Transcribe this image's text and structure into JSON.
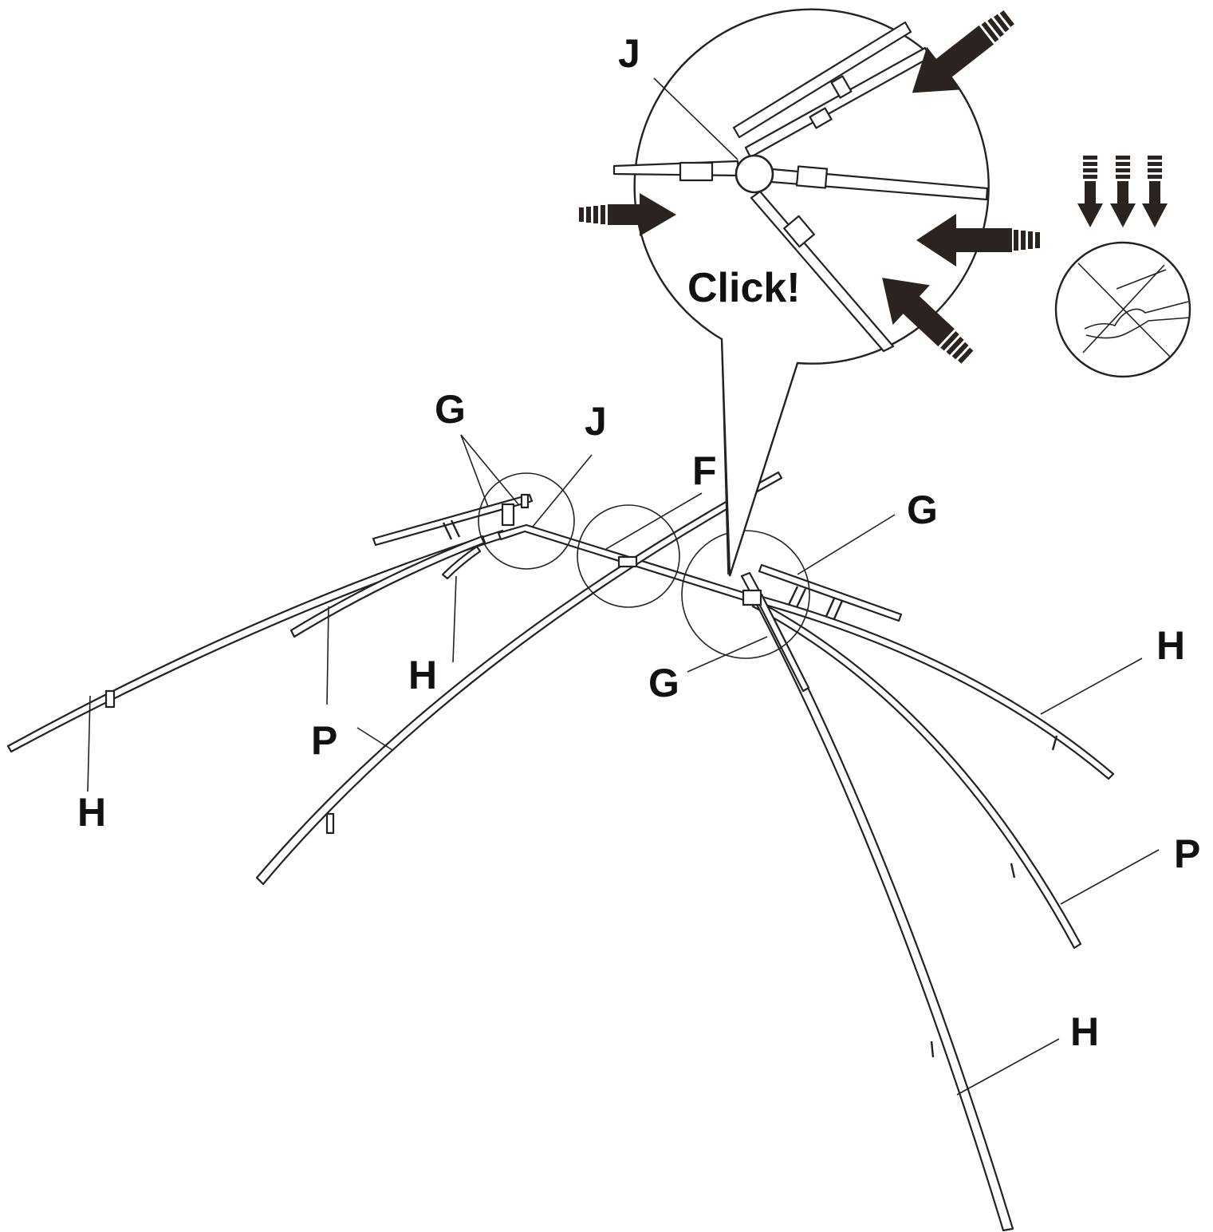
{
  "labels": {
    "detail_J": "J",
    "click": "Click!",
    "G_top": "G",
    "J_mid": "J",
    "F": "F",
    "G_right": "G",
    "H_right": "H",
    "H_mid": "H",
    "G_bottom": "G",
    "P_left": "P",
    "H_left": "H",
    "P_right": "P",
    "H_bottom": "H"
  },
  "colors": {
    "ink": "#222222",
    "arrow": "#2a231f",
    "background": "#ffffff"
  },
  "icons": {
    "press_arrows": "arrow-icon",
    "warning": "no-hand-pinch-warning-icon"
  }
}
